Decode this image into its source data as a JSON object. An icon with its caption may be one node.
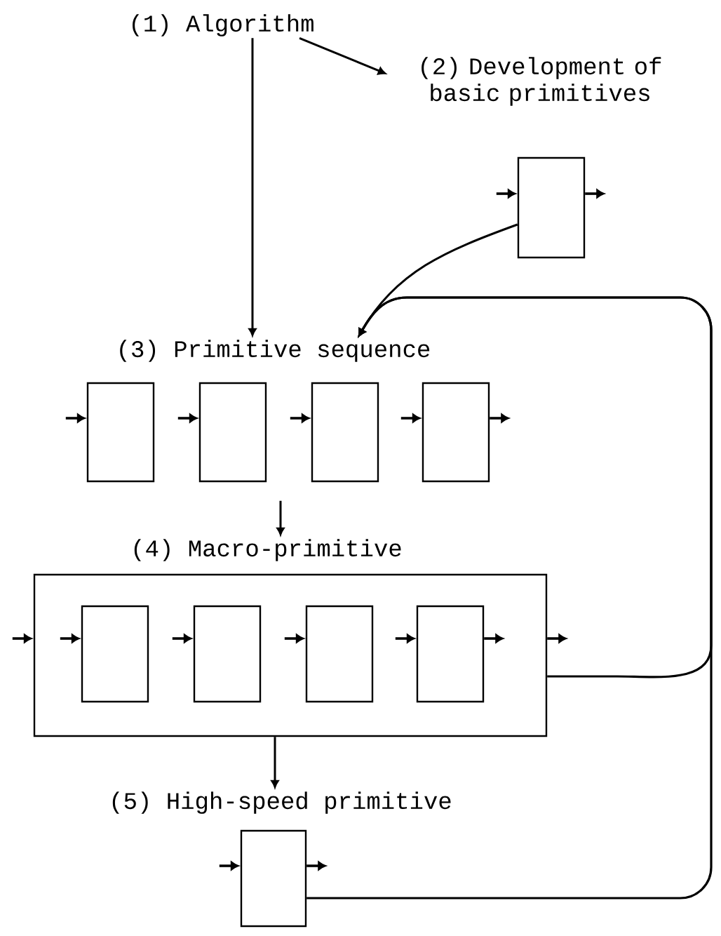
{
  "diagram": {
    "nodes": [
      {
        "text": [
          "(1) Algorithm"
        ]
      },
      {
        "text": [
          "(2) Development of basic primitives"
        ]
      },
      {
        "text": [],
        "shape": "box"
      },
      {
        "text": [
          "(3) Primitive sequence"
        ]
      },
      {
        "text": [],
        "shape": "box"
      },
      {
        "text": [],
        "shape": "box"
      },
      {
        "text": [],
        "shape": "box"
      },
      {
        "text": [],
        "shape": "box"
      },
      {
        "text": [
          "(4) Macro-primitive"
        ]
      },
      {
        "text": [],
        "shape": "box",
        "in": 8
      },
      {
        "text": [],
        "shape": "box",
        "in": 8
      },
      {
        "text": [],
        "shape": "box",
        "in": 8
      },
      {
        "text": [],
        "shape": "box",
        "in": 8
      },
      {
        "text": [
          "(5) High-speed primitive"
        ]
      },
      {
        "text": [],
        "shape": "box"
      }
    ],
    "edges": [
      {
        "from": 0,
        "to": 1,
        "arrow": "to"
      },
      {
        "from": 0,
        "to": 3,
        "arrow": "to"
      },
      {
        "from": 2,
        "to": 3,
        "arrow": "to"
      },
      {
        "from": 14,
        "to": 3,
        "arrow": "to"
      },
      {
        "from": 8,
        "to": 3,
        "arrow": "to"
      },
      {
        "from": null,
        "to": 8,
        "arrow": "to"
      },
      {
        "from": 8,
        "to": 13,
        "arrow": "to"
      },
      {
        "from": null,
        "to": 2,
        "arrow": "to"
      },
      {
        "from": 2,
        "to": null,
        "arrow": "to"
      },
      {
        "from": null,
        "to": 4,
        "arrow": "to"
      },
      {
        "from": null,
        "to": 5,
        "arrow": "to"
      },
      {
        "from": null,
        "to": 6,
        "arrow": "to"
      },
      {
        "from": null,
        "to": 7,
        "arrow": "to"
      },
      {
        "from": 7,
        "to": null,
        "arrow": "to"
      },
      {
        "from": null,
        "to": 8,
        "arrow": "to"
      },
      {
        "from": null,
        "to": 9,
        "arrow": "to"
      },
      {
        "from": null,
        "to": 10,
        "arrow": "to"
      },
      {
        "from": null,
        "to": 11,
        "arrow": "to"
      },
      {
        "from": null,
        "to": 12,
        "arrow": "to"
      },
      {
        "from": 12,
        "to": null,
        "arrow": "to"
      },
      {
        "from": 8,
        "to": null,
        "arrow": "to"
      },
      {
        "from": null,
        "to": 14,
        "arrow": "to"
      },
      {
        "from": 14,
        "to": null,
        "arrow": "to"
      }
    ]
  }
}
